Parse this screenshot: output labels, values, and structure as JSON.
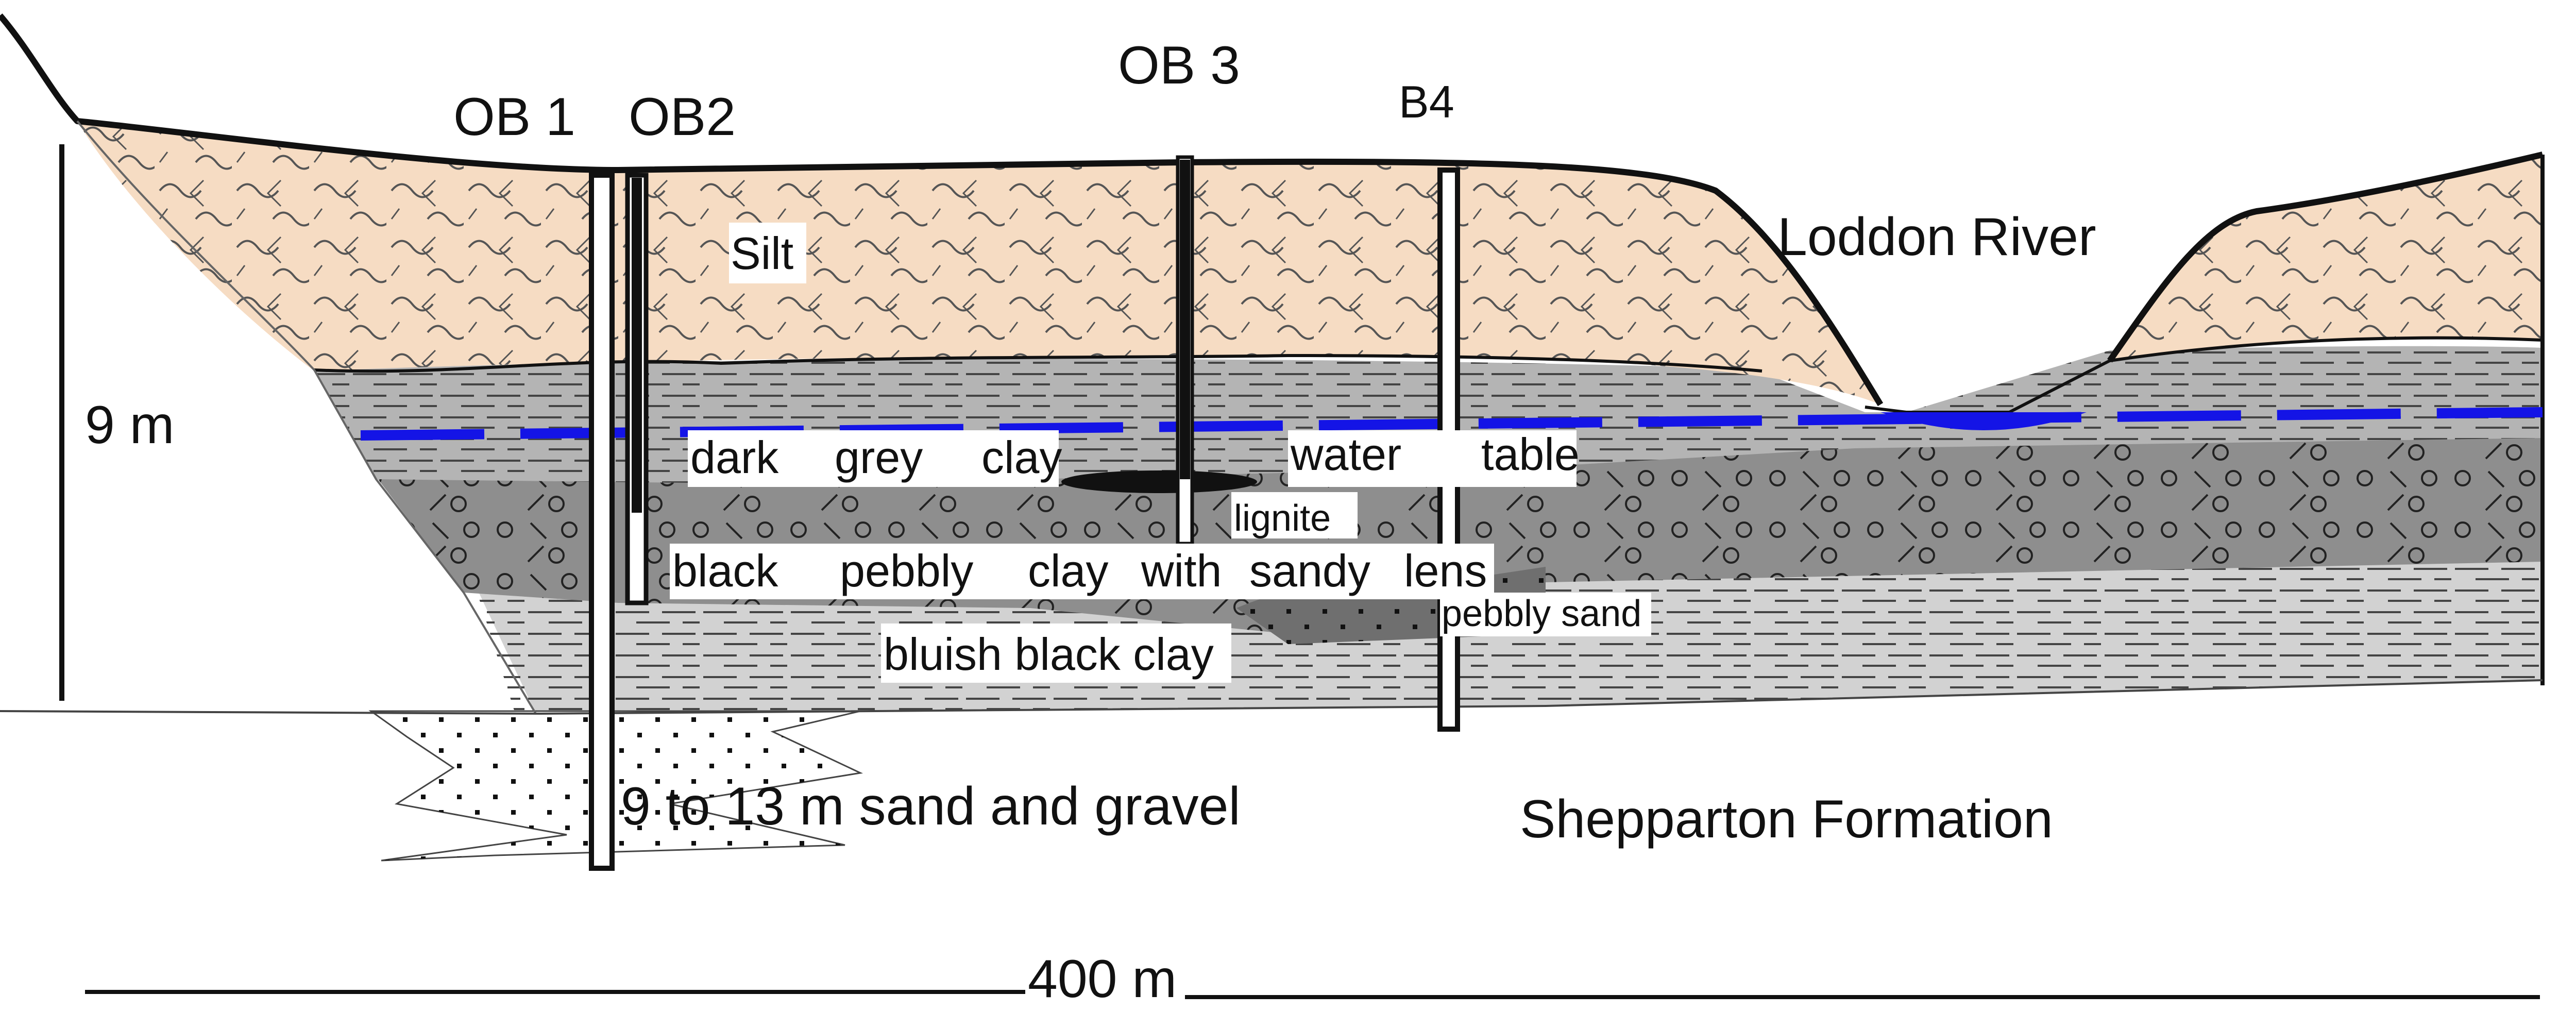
{
  "colors": {
    "silt": "#f6dcc3",
    "dark_grey_clay": "#b4b4b4",
    "black_pebbly_clay": "#8e8e8e",
    "bluish_black_clay": "#d2d2d2",
    "pebbly_sand_lens": "#6f6f6f",
    "water_table": "#1414e6",
    "outline": "#111111"
  },
  "bores": {
    "ob1": "OB 1",
    "ob2": "OB2",
    "ob3": "OB 3",
    "b4": "B4"
  },
  "layers": {
    "silt": "Silt",
    "dark_grey_clay": [
      "dark",
      "grey",
      "clay"
    ],
    "water_table": [
      "water",
      "table"
    ],
    "lignite": "lignite",
    "black_pebbly_clay": [
      "black",
      "pebbly",
      "clay",
      "with",
      "sandy",
      "lens"
    ],
    "pebbly_sand": "pebbly sand",
    "bluish_black_clay": "bluish black clay",
    "sand_and_gravel": "9 to 13 m sand and gravel"
  },
  "features": {
    "river": "Loddon River",
    "formation": "Shepparton Formation"
  },
  "scale": {
    "vertical": "9 m",
    "horizontal": "400 m"
  }
}
